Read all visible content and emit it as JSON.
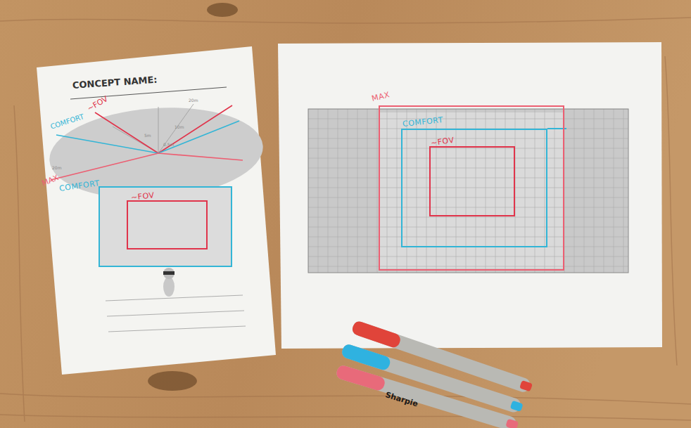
{
  "diagram": {
    "nodes": [
      {
        "text": [
          "MAX"
        ]
      },
      {
        "text": [
          "COMFORT"
        ],
        "in": 0
      },
      {
        "text": [
          "~FOV"
        ],
        "in": 1
      },
      {
        "text": [
          "COMFORT"
        ]
      },
      {
        "text": [
          "~FOV"
        ],
        "in": 3
      }
    ],
    "labels": [
      "CONCEPT NAME:",
      "~FOV",
      "COMFORT",
      "MAX",
      "20m",
      "10m",
      "5m",
      "0.5m",
      "20m",
      "Sharpie"
    ]
  }
}
